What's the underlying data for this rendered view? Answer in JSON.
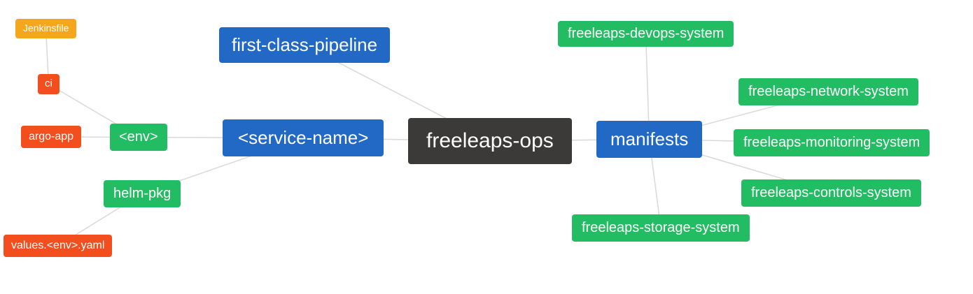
{
  "diagram": {
    "type": "mindmap",
    "palette": {
      "blue": "#2169c4",
      "green": "#22bd62",
      "orange": "#f6a61d",
      "red": "#f24e1e",
      "dark": "#3b3a39",
      "edge": "#d9d9d9",
      "node_text": "#ffffff",
      "background": "#ffffff"
    },
    "nodes": {
      "root": {
        "label": "freeleaps-ops"
      },
      "first_class_pipeline": {
        "label": "first-class-pipeline"
      },
      "service_name": {
        "label": "<service-name>"
      },
      "env": {
        "label": "<env>"
      },
      "ci": {
        "label": "ci"
      },
      "jenkinsfile": {
        "label": "Jenkinsfile"
      },
      "argo_app": {
        "label": "argo-app"
      },
      "helm_pkg": {
        "label": "helm-pkg"
      },
      "values_env_yaml": {
        "label": "values.<env>.yaml"
      },
      "manifests": {
        "label": "manifests"
      },
      "devops_system": {
        "label": "freeleaps-devops-system"
      },
      "network_system": {
        "label": "freeleaps-network-system"
      },
      "monitoring_system": {
        "label": "freeleaps-monitoring-system"
      },
      "controls_system": {
        "label": "freeleaps-controls-system"
      },
      "storage_system": {
        "label": "freeleaps-storage-system"
      }
    },
    "edges": [
      {
        "from": "jenkinsfile",
        "to": "ci"
      },
      {
        "from": "ci",
        "to": "env"
      },
      {
        "from": "argo_app",
        "to": "env"
      },
      {
        "from": "env",
        "to": "service_name"
      },
      {
        "from": "helm_pkg",
        "to": "service_name"
      },
      {
        "from": "values_env_yaml",
        "to": "helm_pkg"
      },
      {
        "from": "first_class_pipeline",
        "to": "root"
      },
      {
        "from": "service_name",
        "to": "root"
      },
      {
        "from": "root",
        "to": "manifests"
      },
      {
        "from": "manifests",
        "to": "devops_system"
      },
      {
        "from": "manifests",
        "to": "network_system"
      },
      {
        "from": "manifests",
        "to": "monitoring_system"
      },
      {
        "from": "manifests",
        "to": "controls_system"
      },
      {
        "from": "manifests",
        "to": "storage_system"
      }
    ]
  }
}
